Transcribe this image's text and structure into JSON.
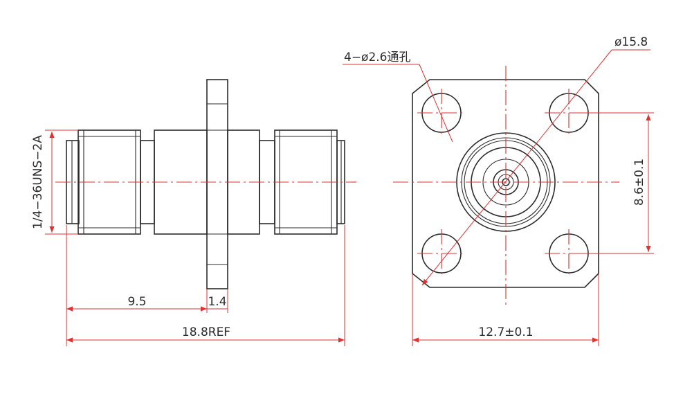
{
  "colors": {
    "outline": "#2b2b2b",
    "dimension": "#e0312f"
  },
  "side_view": {
    "thread_label": "1/4−36UNS−2A",
    "dim_body": "9.5",
    "dim_flange": "1.4",
    "dim_overall": "18.8REF"
  },
  "front_view": {
    "hole_label": "4−ø2.6通孔",
    "dim_diameter": "ø15.8",
    "dim_hole_spacing": "8.6±0.1",
    "dim_flange_width": "12.7±0.1"
  }
}
